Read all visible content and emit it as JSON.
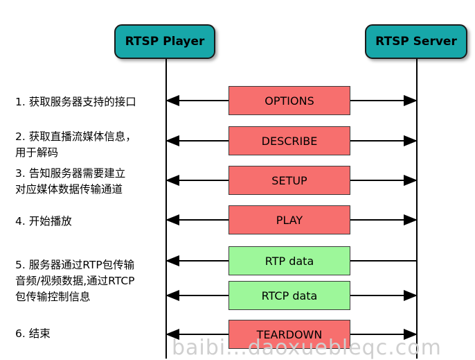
{
  "participants": {
    "player": "RTSP Player",
    "server": "RTSP Server"
  },
  "steps": [
    {
      "text": "1. 获取服务器支持的接口"
    },
    {
      "text": "2. 获取直播流媒体信息，\n用于解码"
    },
    {
      "text": "3. 告知服务器需要建立\n对应媒体数据传输通道"
    },
    {
      "text": "4. 开始播放"
    },
    {
      "text": "5. 服务器通过RTP包传输\n音频/视频数据,通过RTCP\n包传输控制信息"
    },
    {
      "text": "6. 结束"
    }
  ],
  "messages": [
    {
      "label": "OPTIONS",
      "color": "#f76f6e",
      "direction": "both"
    },
    {
      "label": "DESCRIBE",
      "color": "#f76f6e",
      "direction": "both"
    },
    {
      "label": "SETUP",
      "color": "#f76f6e",
      "direction": "both"
    },
    {
      "label": "PLAY",
      "color": "#f76f6e",
      "direction": "both"
    },
    {
      "label": "RTP data",
      "color": "#9df79a",
      "direction": "to-player"
    },
    {
      "label": "RTCP data",
      "color": "#9df79a",
      "direction": "both"
    },
    {
      "label": "TEARDOWN",
      "color": "#f76f6e",
      "direction": "both"
    }
  ],
  "watermark": "baibi...daoxuebleqc.com"
}
